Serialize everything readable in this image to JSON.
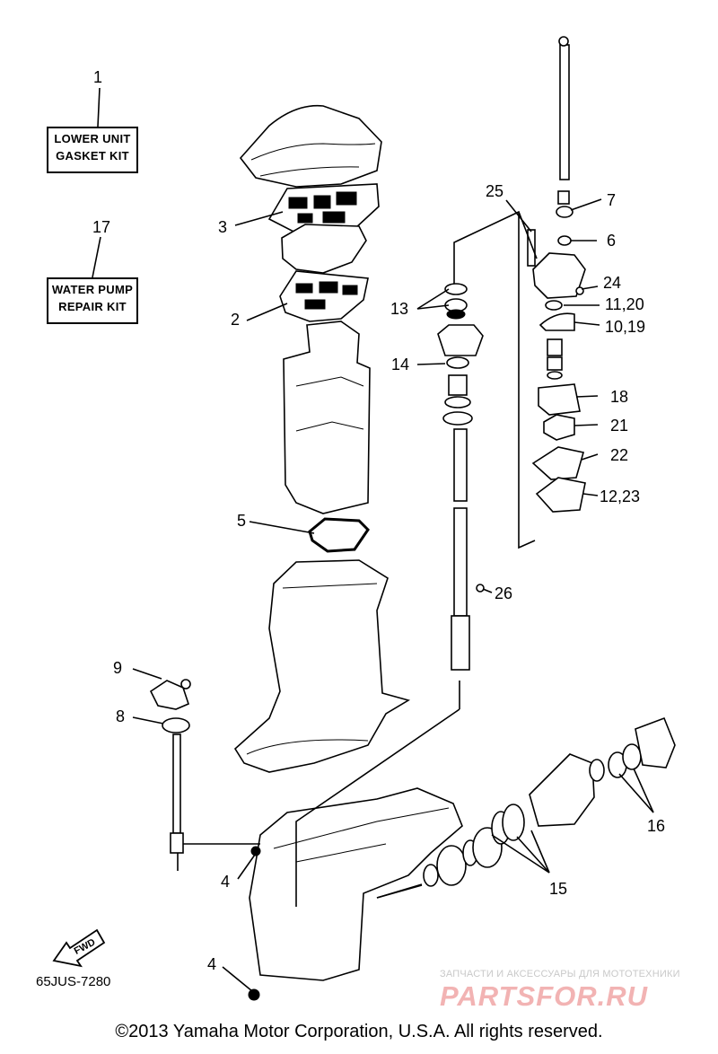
{
  "kits": [
    {
      "number": "1",
      "line1": "LOWER UNIT",
      "line2": "GASKET KIT"
    },
    {
      "number": "17",
      "line1": "WATER PUMP",
      "line2": "REPAIR KIT"
    }
  ],
  "callouts": [
    {
      "id": "3",
      "label": "3"
    },
    {
      "id": "2",
      "label": "2"
    },
    {
      "id": "5",
      "label": "5"
    },
    {
      "id": "9",
      "label": "9"
    },
    {
      "id": "8",
      "label": "8"
    },
    {
      "id": "4a",
      "label": "4"
    },
    {
      "id": "4b",
      "label": "4"
    },
    {
      "id": "13",
      "label": "13"
    },
    {
      "id": "14",
      "label": "14"
    },
    {
      "id": "26",
      "label": "26"
    },
    {
      "id": "25",
      "label": "25"
    },
    {
      "id": "7",
      "label": "7"
    },
    {
      "id": "6",
      "label": "6"
    },
    {
      "id": "24",
      "label": "24"
    },
    {
      "id": "11-20",
      "label": "11,20"
    },
    {
      "id": "10-19",
      "label": "10,19"
    },
    {
      "id": "18",
      "label": "18"
    },
    {
      "id": "21",
      "label": "21"
    },
    {
      "id": "22",
      "label": "22"
    },
    {
      "id": "12-23",
      "label": "12,23"
    },
    {
      "id": "16",
      "label": "16"
    },
    {
      "id": "15",
      "label": "15"
    }
  ],
  "fwd_label": "FWD",
  "diagram_code": "65JUS-7280",
  "watermark": {
    "tagline": "ЗАПЧАСТИ И АКСЕССУАРЫ ДЛЯ МОТОТЕХНИКИ",
    "logo": "PARTSFOR.RU"
  },
  "copyright": "©2013 Yamaha Motor Corporation, U.S.A. All rights reserved."
}
